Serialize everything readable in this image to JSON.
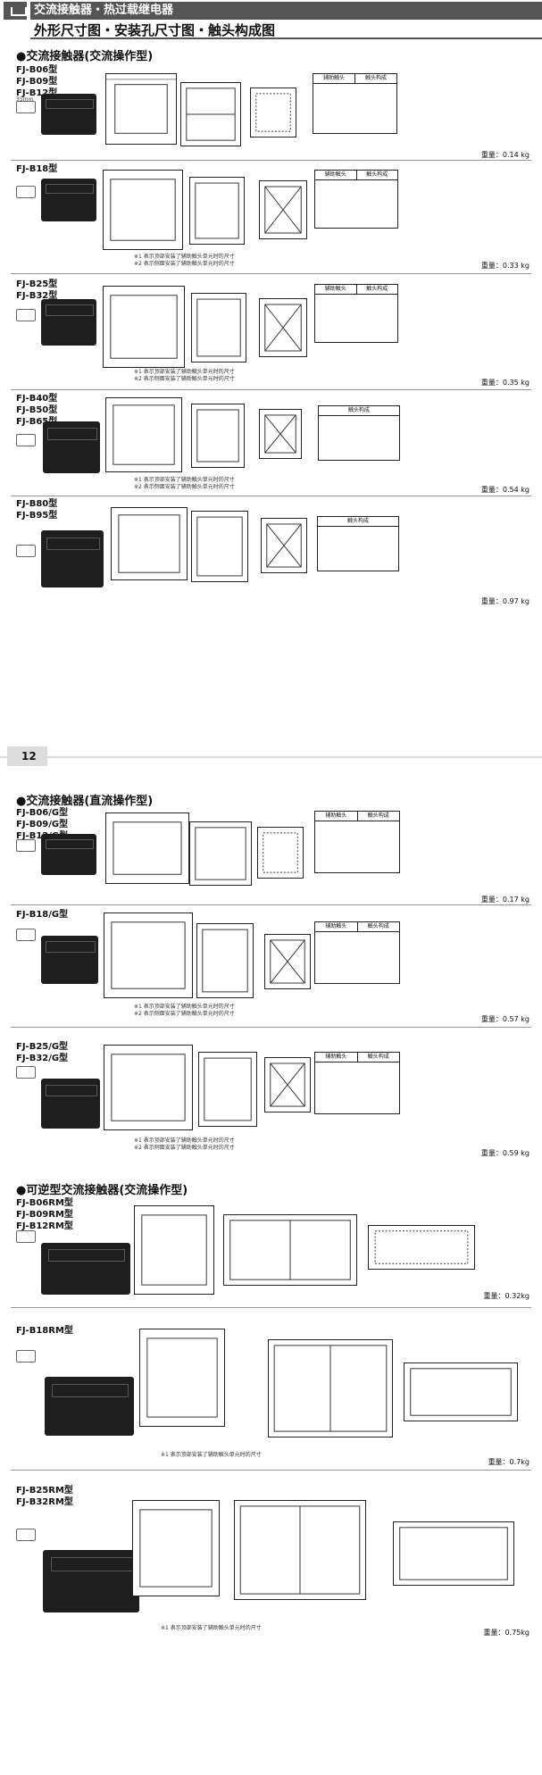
{
  "header": {
    "top_title": "交流接触器・热过载继电器",
    "sub_title": "外形尺寸图・安装孔尺寸图・触头构成图"
  },
  "page_number": "12",
  "sections": [
    {
      "title": "●交流接触器(交流操作型)"
    },
    {
      "title": "●交流接触器(直流操作型)"
    },
    {
      "title": "●可逆型交流接触器(交流操作型)"
    }
  ],
  "products": [
    {
      "models": [
        "FJ-B06型",
        "FJ-B09型",
        "FJ-B12型"
      ],
      "weight": "重量：0.14 kg"
    },
    {
      "models": [
        "FJ-B18型"
      ],
      "weight": "重量：0.33 kg"
    },
    {
      "models": [
        "FJ-B25型",
        "FJ-B32型"
      ],
      "weight": "重量：0.35 kg"
    },
    {
      "models": [
        "FJ-B40型",
        "FJ-B50型",
        "FJ-B65型"
      ],
      "weight": "重量：0.54 kg"
    },
    {
      "models": [
        "FJ-B80型",
        "FJ-B95型"
      ],
      "weight": "重量：0.97 kg"
    },
    {
      "models": [
        "FJ-B06/G型",
        "FJ-B09/G型",
        "FJ-B12/G型"
      ],
      "weight": "重量：0.17 kg"
    },
    {
      "models": [
        "FJ-B18/G型"
      ],
      "weight": "重量：0.57 kg"
    },
    {
      "models": [
        "FJ-B25/G型",
        "FJ-B32/G型"
      ],
      "weight": "重量：0.59 kg"
    },
    {
      "models": [
        "FJ-B06RM型",
        "FJ-B09RM型",
        "FJ-B12RM型"
      ],
      "weight": "重量：0.32kg"
    },
    {
      "models": [
        "FJ-B18RM型"
      ],
      "weight": "重量：0.7kg"
    },
    {
      "models": [
        "FJ-B25RM型",
        "FJ-B32RM型"
      ],
      "weight": "重量：0.75kg"
    }
  ],
  "notes": {
    "aux1": "※1 表示顶部安装了辅助触头单元时的尺寸",
    "aux2": "※2 表示侧面安装了辅助触头单元时的尺寸"
  },
  "contact_table": {
    "col1": "辅助触头",
    "col2": "触头构成",
    "simple_head": "触头构成"
  },
  "rail_label": "35mm"
}
